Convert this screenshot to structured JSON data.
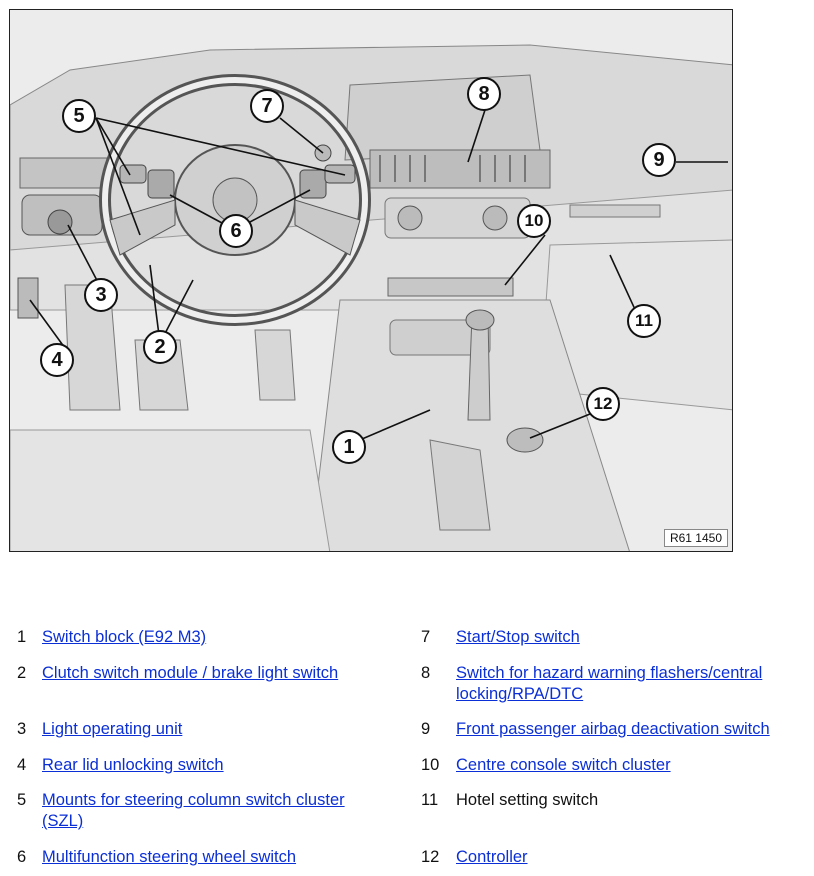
{
  "figure": {
    "reference": "R61 1450",
    "callouts": [
      "1",
      "2",
      "3",
      "4",
      "5",
      "6",
      "7",
      "8",
      "9",
      "10",
      "11",
      "12"
    ]
  },
  "legend": {
    "left": [
      {
        "num": "1",
        "text": "Switch block (E92 M3)",
        "link": true
      },
      {
        "num": "2",
        "text": "Clutch switch module / brake light switch",
        "link": true
      },
      {
        "num": "3",
        "text": "Light operating unit",
        "link": true
      },
      {
        "num": "4",
        "text": "Rear lid unlocking switch",
        "link": true
      },
      {
        "num": "5",
        "text": "Mounts for steering column switch cluster (SZL)",
        "link": true
      },
      {
        "num": "6",
        "text": "Multifunction steering wheel switch",
        "link": true
      }
    ],
    "right": [
      {
        "num": "7",
        "text": "Start/Stop switch",
        "link": true
      },
      {
        "num": "8",
        "text": "Switch for hazard warning flashers/central locking/RPA/DTC",
        "link": true
      },
      {
        "num": "9",
        "text": "Front passenger airbag deactivation switch",
        "link": true
      },
      {
        "num": "10",
        "text": "Centre console switch cluster",
        "link": true
      },
      {
        "num": "11",
        "text": "Hotel setting switch",
        "link": false
      },
      {
        "num": "12",
        "text": "Controller",
        "link": true
      }
    ]
  }
}
